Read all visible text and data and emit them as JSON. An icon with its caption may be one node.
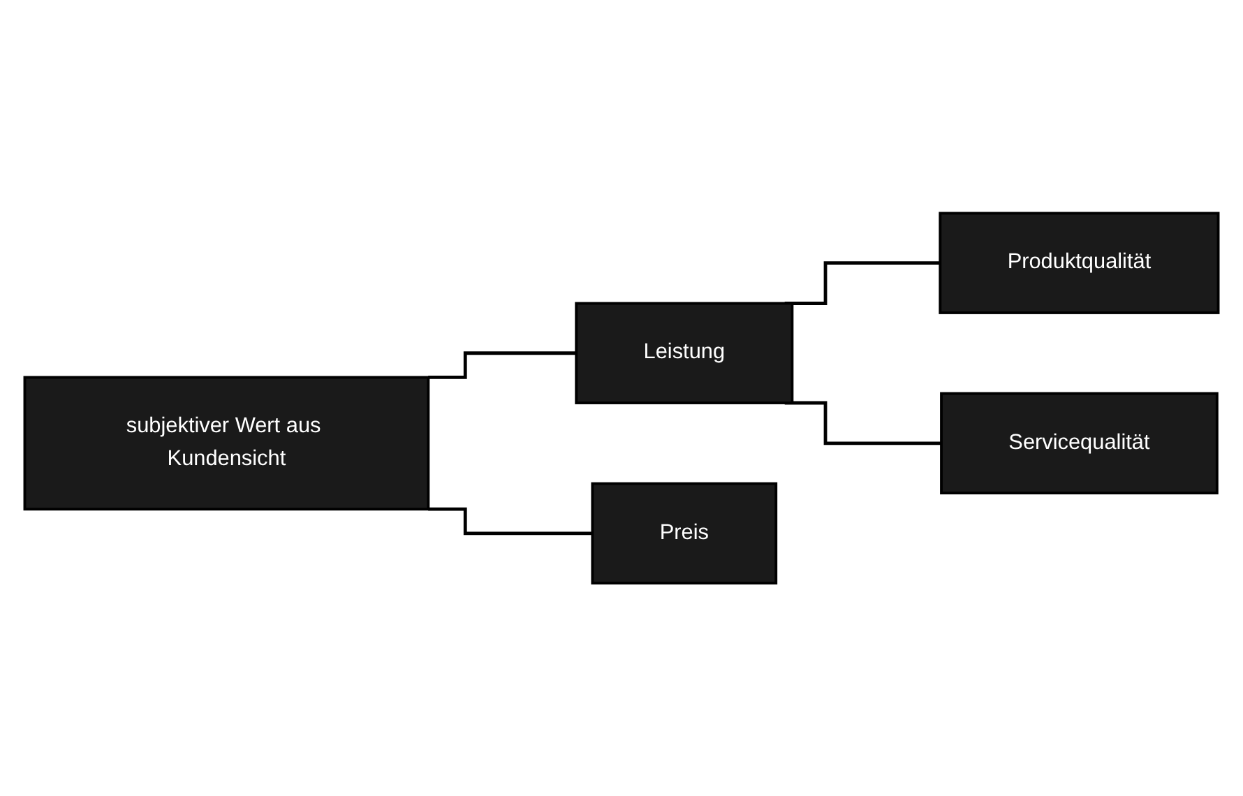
{
  "diagram": {
    "nodes": [
      {
        "text": [
          "subjektiver Wert aus Kundensicht"
        ]
      },
      {
        "text": [
          "Leistung"
        ]
      },
      {
        "text": [
          "Preis"
        ]
      },
      {
        "text": [
          "Produktqualität"
        ]
      },
      {
        "text": [
          "Servicequalität"
        ]
      }
    ],
    "edges": [
      {
        "from": 0,
        "to": 1,
        "arrow": "none"
      },
      {
        "from": 0,
        "to": 2,
        "arrow": "none"
      },
      {
        "from": 1,
        "to": 3,
        "arrow": "none"
      },
      {
        "from": 1,
        "to": 4,
        "arrow": "none"
      }
    ]
  }
}
